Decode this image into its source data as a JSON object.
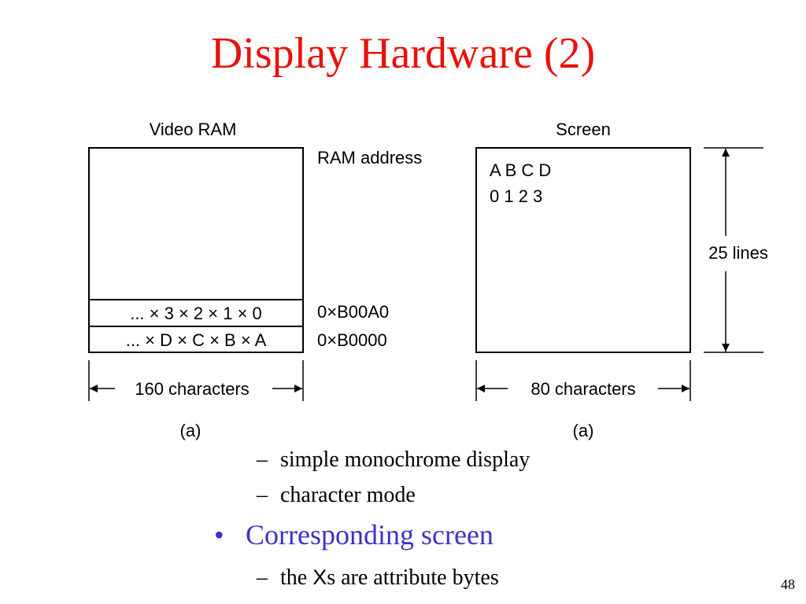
{
  "slide": {
    "title": "Display Hardware (2)",
    "page_number": "48"
  },
  "diagram": {
    "video_ram": {
      "heading": "Video RAM",
      "address_heading": "RAM address",
      "row_upper": "... × 3 × 2 × 1 × 0",
      "row_lower": "... × D × C × B × A",
      "address_upper": "0×B00A0",
      "address_lower": "0×B0000",
      "width_label": "160 characters",
      "caption": "(a)"
    },
    "screen": {
      "heading": "Screen",
      "line1": "A B C D",
      "line2": "0 1 2 3",
      "height_label": "25 lines",
      "width_label": "80 characters",
      "caption": "(a)"
    }
  },
  "bullets": {
    "sub1": "simple monochrome display",
    "sub2": "character mode",
    "main": "Corresponding screen",
    "sub3_prefix": "the ",
    "sub3_x": "X",
    "sub3_suffix": "s are attribute bytes",
    "dash": "–",
    "dot": "•"
  }
}
